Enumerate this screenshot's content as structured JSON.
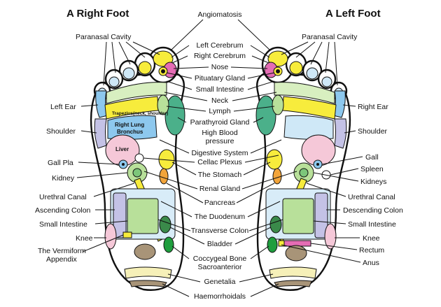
{
  "titles": {
    "right_foot": "A Right Foot",
    "left_foot": "A Left Foot"
  },
  "center_labels": {
    "angiomatosis": "Angiomatosis",
    "left_cerebrum": "Left Cerebrum",
    "right_cerebrum": "Right Cerebrum",
    "nose": "Nose",
    "pituitary_gland": "Pituatary Gland",
    "small_intestine": "Small Intestine",
    "neck": "Neck",
    "lymph": "Lymph",
    "parathyroid_gland": "Parathyroid Gland",
    "high_blood": "High Blood",
    "pressure": "pressure",
    "digestive_system": "Digestive System",
    "cellac_plexus": "Cellac Plexus",
    "the_stomach": "The Stomach",
    "renal_gland": "Renal Gland",
    "pancreas": "Pancreas",
    "the_duodenum": "The Duodenum",
    "transverse_colon": "Transverse Colon",
    "bladder": "Bladder",
    "coccygeal_bone": "Coccygeal Bone",
    "sacroanterior": "Sacroanterior",
    "genetalia": "Genetalia",
    "haemorrhoidals": "Haemorrhoidals"
  },
  "right_foot_labels": {
    "paranasal_cavity": "Paranasal Cavity",
    "left_ear": "Left Ear",
    "shoulder": "Shoulder",
    "gall_pla": "Gall Pla",
    "kidney": "Kidney",
    "urethral_canal": "Urethral Canal",
    "ascending_colon": "Ascending Colon",
    "small_intestine": "Small Intestine",
    "knee": "Knee",
    "vermiform_1": "The Vermiform",
    "vermiform_2": "Appendix",
    "trapezius": "Trapezius(neck, shoulder)",
    "right_lung_1": "Right Lung",
    "right_lung_2": "Bronchus",
    "liver": "Liver"
  },
  "left_foot_labels": {
    "paranasal_cavity": "Paranasal Cavity",
    "right_ear": "Right Ear",
    "shoulder": "Shoulder",
    "gall": "Gall",
    "spleen": "Spleen",
    "kidneys": "Kidneys",
    "urethral_canal": "Urethral Canal",
    "descending_colon": "Descending Colon",
    "small_intestine": "Small Intestine",
    "knee": "Knee",
    "rectum": "Rectum",
    "anus": "Anus"
  },
  "colors": {
    "pink": "#f5b8c8",
    "yellow": "#f7ec3c",
    "green": "#7cc67a",
    "light_green": "#b8e09a",
    "teal_green": "#4bb08a",
    "blue": "#8dc8ee",
    "light_blue": "#cfe8f7",
    "lavender": "#c4c2e6",
    "magenta": "#e46cb4",
    "orange": "#f2a43a",
    "brown": "#a89478",
    "cream": "#f6f0b8",
    "dark_green": "#3a8a4a",
    "bright_green": "#1f9e3e",
    "gray_blue": "#6a7fa0"
  }
}
